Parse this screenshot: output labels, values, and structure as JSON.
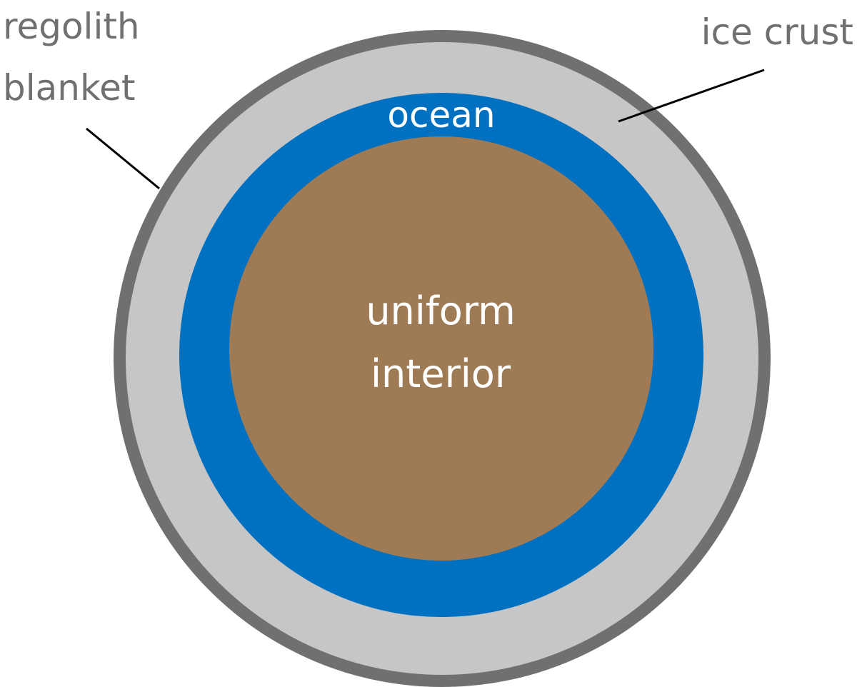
{
  "layers": {
    "regolith": {
      "label_line1": "regolith",
      "label_line2": "blanket",
      "color": "#707070"
    },
    "ice_crust": {
      "label": "ice crust",
      "color": "#c6c6c6"
    },
    "ocean": {
      "label": "ocean",
      "color": "#0070c0"
    },
    "interior": {
      "label_line1": "uniform",
      "label_line2": "interior",
      "color": "#9e7b55"
    }
  },
  "colors": {
    "label_text": "#707070",
    "inner_text": "#ffffff",
    "leader_line": "#000000"
  }
}
